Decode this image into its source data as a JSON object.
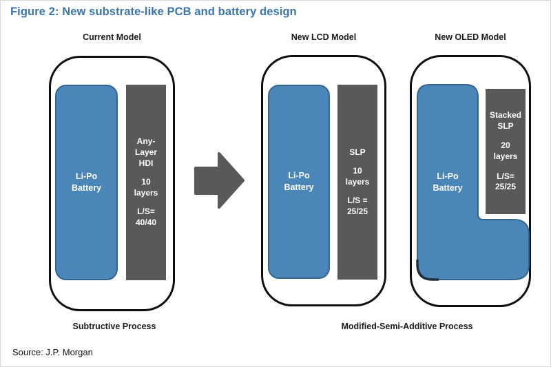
{
  "page": {
    "title": "Figure 2: New substrate-like PCB and battery design",
    "source": "Source: J.P. Morgan"
  },
  "colors": {
    "title_blue": "#3b74ae",
    "battery_blue": "#4a87b8",
    "battery_border": "#35658f",
    "pcb_gray": "#595959",
    "arrow_gray": "#595959",
    "phone_border": "#0f0f0f"
  },
  "models": [
    {
      "header": "Current Model",
      "battery_label": "Li-Po\nBattery",
      "pcb_blocks": [
        "Any-\nLayer\nHDI",
        "10\nlayers",
        "L/S=\n40/40"
      ]
    },
    {
      "header": "New LCD Model",
      "battery_label": "Li-Po\nBattery",
      "pcb_blocks": [
        "SLP",
        "10\nlayers",
        "L/S =\n25/25"
      ]
    },
    {
      "header": "New OLED Model",
      "battery_label": "Li-Po\nBattery",
      "pcb_blocks": [
        "Stacked\nSLP",
        "20\nlayers",
        "L/S=\n25/25"
      ]
    }
  ],
  "processes": [
    {
      "label": "Subtructive Process"
    },
    {
      "label": "Modified-Semi-Additive Process"
    }
  ],
  "arrow": {
    "direction": "right"
  }
}
